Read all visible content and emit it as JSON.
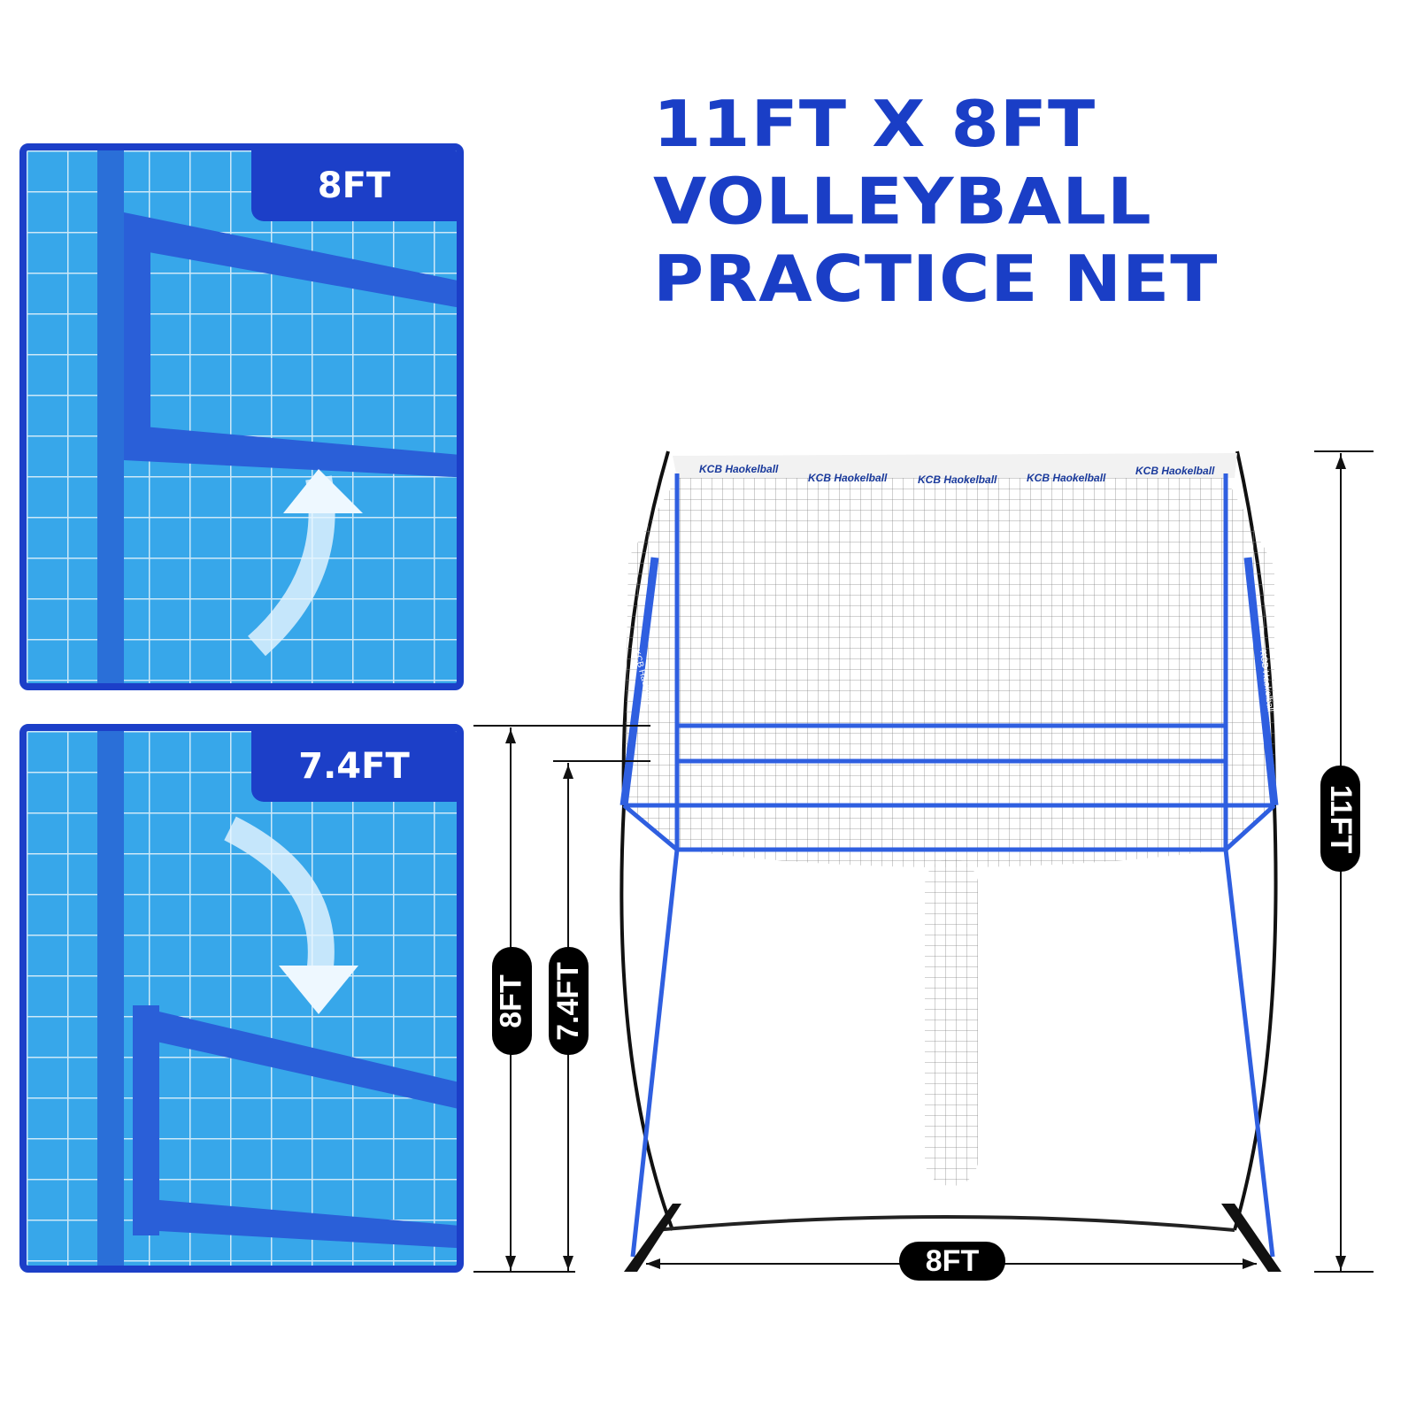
{
  "title": {
    "lines": [
      "11FT X 8FT",
      "VOLLEYBALL",
      "PRACTICE NET"
    ]
  },
  "panels": [
    {
      "label": "8FT",
      "arrow": "up"
    },
    {
      "label": "7.4FT",
      "arrow": "down"
    }
  ],
  "product": {
    "brand_banner": [
      "KCB Haokelball",
      "KCB Haokelball",
      "KCB Haokelball",
      "KCB Haokelball",
      "KCB Haokelball"
    ],
    "side_brand": "KCB Haokelball"
  },
  "dimensions": {
    "height_total": "11FT",
    "height_high": "8FT",
    "height_low": "7.4FT",
    "width": "8FT"
  },
  "colors": {
    "brand_blue": "#1c3fc8",
    "panel_bg": "#37a7ea",
    "frame_blue": "#2f5fe0"
  }
}
